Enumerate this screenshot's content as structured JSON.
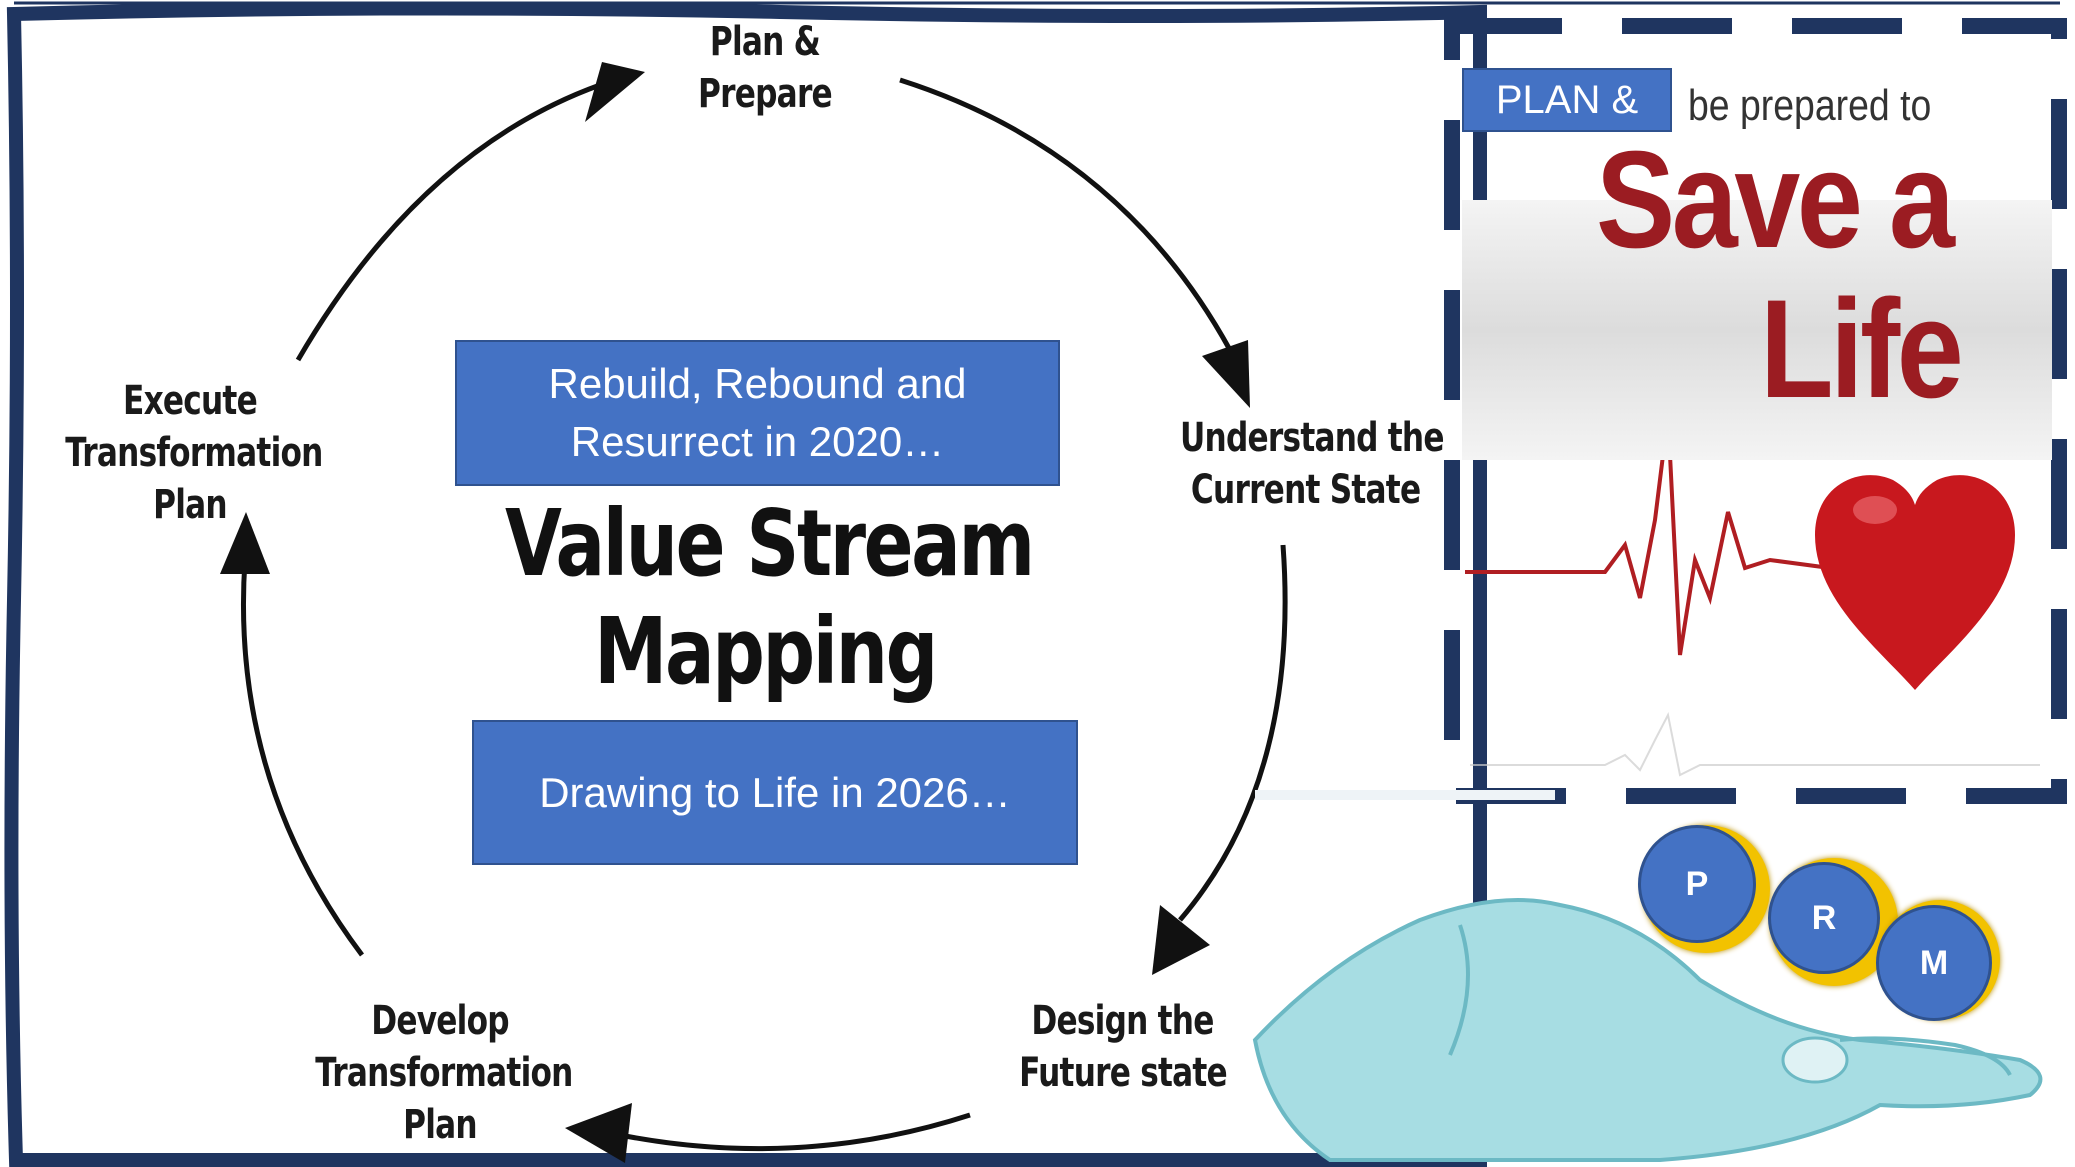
{
  "cycle": {
    "steps": [
      {
        "line1": "Plan &",
        "line2": "Prepare"
      },
      {
        "line1": "Understand the",
        "line2": "Current State"
      },
      {
        "line1": "Design the",
        "line2": "Future state"
      },
      {
        "line1": "Develop",
        "line2": "Transformation",
        "line3": "Plan"
      },
      {
        "line1": "Execute",
        "line2": "Transformation",
        "line3": "Plan"
      }
    ],
    "center_title_line1": "Value Stream",
    "center_title_line2": "Mapping"
  },
  "boxes": {
    "top_line1": "Rebuild, Rebound and",
    "top_line2": "Resurrect in 2020…",
    "bottom": "Drawing to Life in 2026…"
  },
  "poster": {
    "tag": "PLAN &",
    "subtitle": "be prepared to",
    "line1": "Save a",
    "line2": "Life"
  },
  "prm": [
    "P",
    "R",
    "M"
  ],
  "colors": {
    "accent_blue": "#4472C4",
    "frame_navy": "#1F3560",
    "heart_red": "#C8181E"
  }
}
